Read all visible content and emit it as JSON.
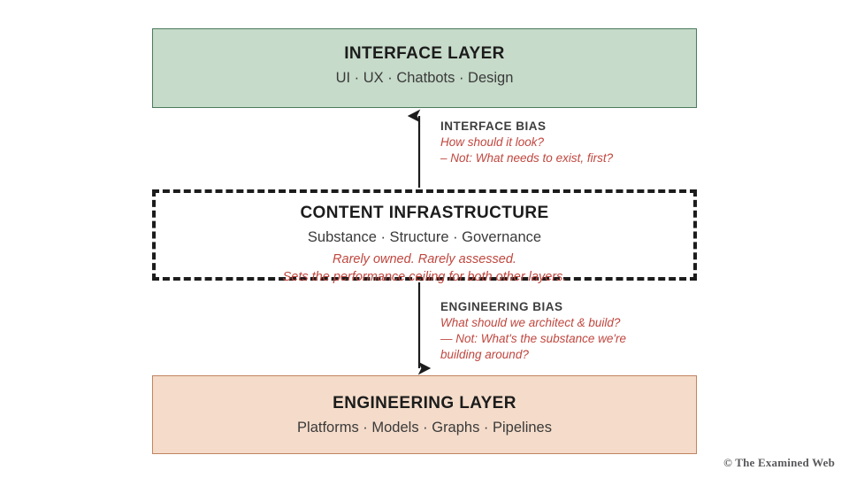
{
  "background_color": "#ffffff",
  "accent_red": "#c0473f",
  "layers": {
    "interface": {
      "title": "INTERFACE LAYER",
      "subtitle": "UI  ·  UX  ·  Chatbots  ·  Design",
      "fill_color": "#c6dbc9",
      "border_color": "#4b7a5c"
    },
    "content": {
      "title": "CONTENT INFRASTRUCTURE",
      "subtitle": "Substance  ·  Structure  ·  Governance",
      "note_line_1": "Rarely owned.  Rarely assessed.",
      "note_line_2": "Sets the performance ceiling for both other layers.",
      "fill_color": "#ffffff",
      "border_color": "#1c1c1c",
      "border_style": "dashed"
    },
    "engineering": {
      "title": "ENGINEERING LAYER",
      "subtitle": "Platforms  ·  Models  ·  Graphs  ·  Pipelines",
      "fill_color": "#f5dcca",
      "border_color": "#c08361"
    }
  },
  "annotations": {
    "interface_bias": {
      "title": "INTERFACE BIAS",
      "line_1": "How should it look?",
      "line_2": "– Not: What needs to exist, first?",
      "arrow_direction": "up"
    },
    "engineering_bias": {
      "title": "ENGINEERING BIAS",
      "line_1": "What should we architect & build?",
      "line_2": "— Not: What's the substance we're",
      "line_3": "building around?",
      "arrow_direction": "down"
    }
  },
  "footer": {
    "credit": "© The Examined Web"
  }
}
